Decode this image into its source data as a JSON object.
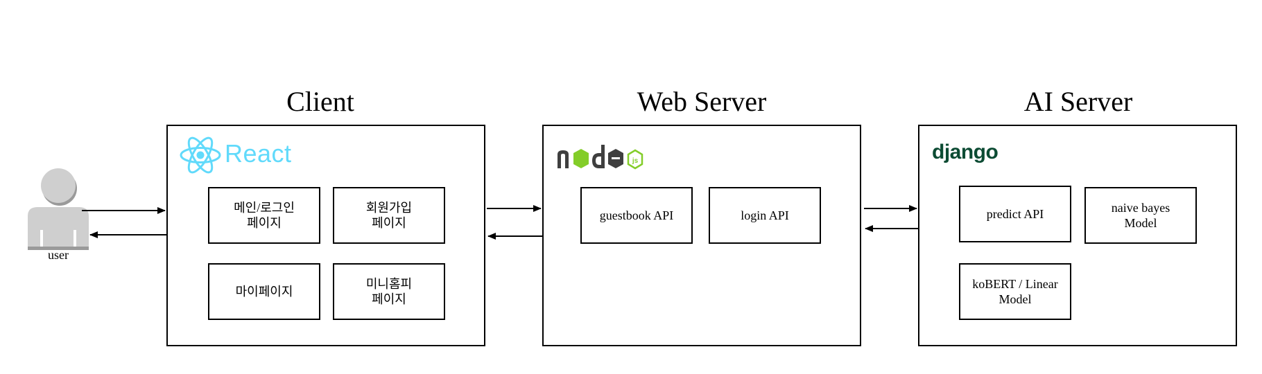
{
  "diagram": {
    "titles": {
      "client": "Client",
      "web_server": "Web Server",
      "ai_server": "AI Server"
    },
    "user_label": "user",
    "logos": {
      "client": {
        "icon": "react-atom-icon",
        "text": "React",
        "color": "#61dafb"
      },
      "web_server": {
        "icon": "nodejs-logo-icon",
        "text": "node JS",
        "dark": "#3f3f3f",
        "green": "#83cd29"
      },
      "ai_server": {
        "icon": "django-logo-icon",
        "text": "django",
        "color": "#0c4b33"
      }
    },
    "client_modules": [
      {
        "line1": "메인/로그인",
        "line2": "페이지"
      },
      {
        "line1": "회원가입",
        "line2": "페이지"
      },
      {
        "line1": "마이페이지",
        "line2": ""
      },
      {
        "line1": "미니홈피",
        "line2": "페이지"
      }
    ],
    "web_modules": [
      {
        "line1": "guestbook API"
      },
      {
        "line1": "login API"
      }
    ],
    "ai_modules": [
      {
        "line1": "predict API",
        "line2": ""
      },
      {
        "line1": "naive bayes",
        "line2": "Model"
      },
      {
        "line1": "koBERT / Linear",
        "line2": "Model"
      }
    ],
    "colors": {
      "line": "#000000",
      "user_icon": "#cfcfcf",
      "user_icon_shade": "#9a9a9a"
    }
  }
}
